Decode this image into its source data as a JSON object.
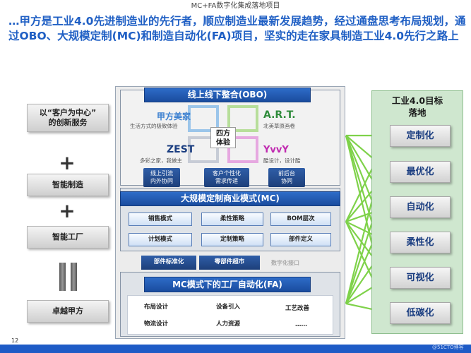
{
  "slide": {
    "title": "MC+FA数字化集成落地项目",
    "headline": "…甲方是工业4.0先进制造业的先行者，顺应制造业最新发展趋势，经过通盘思考布局规划，通过OBO、大规模定制(MC)和制造自动化(FA)项目，坚实的走在家具制造工业4.0先行之路上",
    "page_number": "12",
    "watermark": "@51CTO博客"
  },
  "left_column": {
    "boxes": [
      "以“客户为中心”\n的创新服务",
      "智能制造",
      "智能工厂",
      "卓越甲方"
    ],
    "plus_symbol": "+"
  },
  "obo": {
    "header": "线上线下整合(OBO)",
    "center": "四方\n体验",
    "quadrants": [
      {
        "title": "甲方美家",
        "subtitle": "生活方式的极致体验",
        "color": "#3a7fd0"
      },
      {
        "title": "A.R.T.",
        "subtitle": "北美草原画卷",
        "color": "#2e8b3a"
      },
      {
        "title": "ZEST",
        "subtitle": "多彩之家，我做主",
        "color": "#1a3d80"
      },
      {
        "title": "YvvY",
        "subtitle": "酷设计，设计酷",
        "color": "#c02ab0"
      }
    ],
    "pills": [
      "线上引流\n内外协同",
      "客户个性化\n需求传递",
      "前后台\n协同"
    ]
  },
  "mc": {
    "header": "大规模定制商业模式(MC)",
    "cells": [
      "销售模式",
      "柔性策略",
      "BOM层次",
      "计划模式",
      "定制策略",
      "部件定义"
    ],
    "strips": [
      "部件标准化",
      "零部件超市"
    ],
    "ghost_label": "数字化接口"
  },
  "fa": {
    "header": "MC模式下的工厂自动化(FA)",
    "items": [
      "布局设计",
      "设备引入",
      "工艺改善",
      "物流设计",
      "人力资源",
      "……"
    ]
  },
  "targets": {
    "title": "工业4.0目标\n落地",
    "items": [
      "定制化",
      "最优化",
      "自动化",
      "柔性化",
      "可视化",
      "低碳化"
    ],
    "arrow_color": "#7fd24a"
  }
}
